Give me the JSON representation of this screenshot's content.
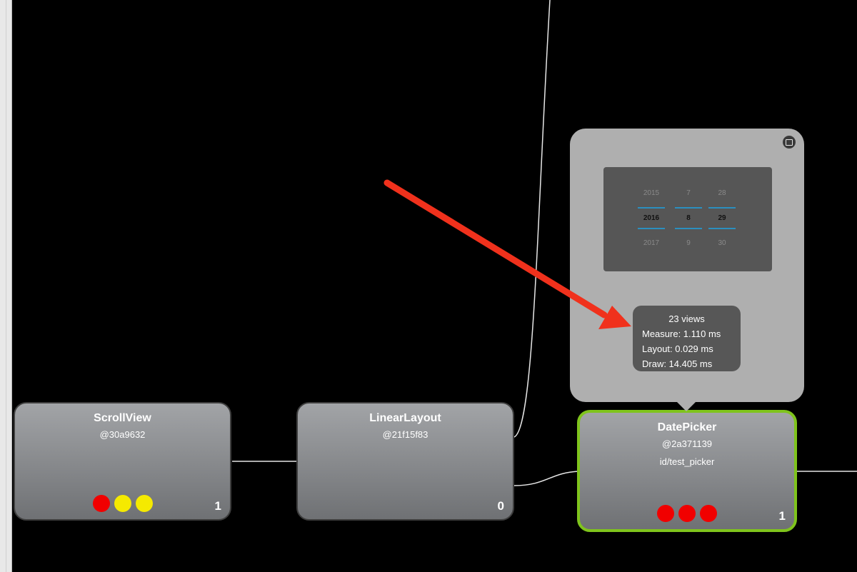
{
  "nodes": [
    {
      "title": "ScrollView",
      "hash": "@30a9632",
      "count": "1",
      "dots": [
        "red",
        "yellow",
        "yellow"
      ]
    },
    {
      "title": "LinearLayout",
      "hash": "@21f15f83",
      "count": "0",
      "dots": []
    },
    {
      "title": "DatePicker",
      "hash": "@2a371139",
      "resource_id": "id/test_picker",
      "count": "1",
      "dots": [
        "red",
        "red",
        "red"
      ]
    }
  ],
  "preview": {
    "picker": {
      "columns": [
        {
          "prev": "2015",
          "cur": "2016",
          "next": "2017"
        },
        {
          "prev": "7",
          "cur": "8",
          "next": "9"
        },
        {
          "prev": "28",
          "cur": "29",
          "next": "30"
        }
      ]
    },
    "stats": {
      "views": "23 views",
      "measure": "Measure: 1.110 ms",
      "layout": "Layout: 0.029 ms",
      "draw": "Draw: 14.405 ms"
    }
  },
  "colors": {
    "selected_border": "#7fc41c",
    "annotation_arrow": "#f0311c",
    "dot_red": "#f10000",
    "dot_yellow": "#f5ea00"
  },
  "icons": {
    "preview_maximize": "maximize-icon"
  }
}
